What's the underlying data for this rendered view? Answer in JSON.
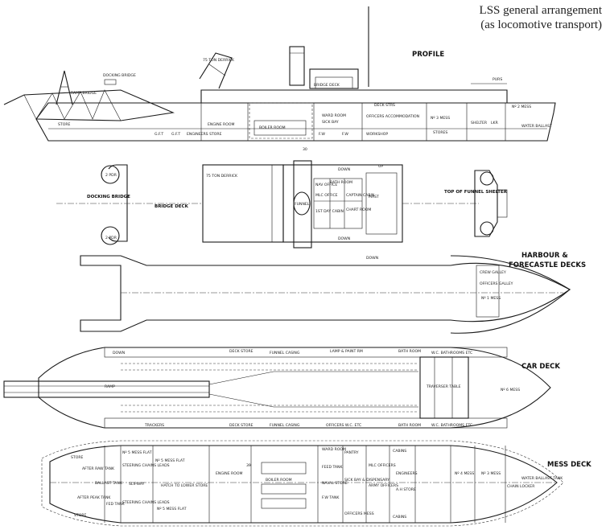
{
  "title": {
    "line1": "LSS general arrangement",
    "line2": "(as locomotive transport)"
  },
  "views": {
    "profile": "PROFILE",
    "bridge_deck": "BRIDGE DECK",
    "docking_bridge": "DOCKING BRIDGE",
    "top_of_funnel_shelter": "TOP OF FUNNEL SHELTER",
    "harbour_forecastle": "HARBOUR & FORECASTLE DECKS",
    "car_deck": "CAR DECK",
    "mess_deck": "MESS DECK"
  },
  "profile_labels": {
    "ramp_bridge": "RAMP BRIDGE",
    "docking_bridge": "DOCKING BRIDGE",
    "ton_derrick": "75 TON DERRICK",
    "bridge_deck": "BRIDGE DECK",
    "store": "STORE",
    "gft_1": "G.F.T",
    "gft_2": "G.F.T",
    "engineers_store": "ENGINEERS STORE",
    "engine_room": "ENGINE ROOM",
    "boiler_room": "BOILER ROOM",
    "ward_room": "WARD ROOM",
    "sick_bay": "SICK BAY",
    "officers_accommodation": "OFFICERS ACCOMMODATION",
    "fw": "F.W",
    "mess_2": "Nº 2 MESS",
    "mess_3": "Nº 3 MESS",
    "stores": "STORES",
    "water_ballast": "WATER BALLAST",
    "lkr": "LKR",
    "fw_tank": "F.W",
    "purs": "PURS",
    "deck_strs": "DECK STRS",
    "shelter": "SHELTER",
    "workshop": "WORKSHOP",
    "mark_30": "30"
  },
  "bridge_labels": {
    "derrick": "75 TON DERRICK",
    "nav_office": "NAV OFFICE",
    "bath_room": "BATH ROOM",
    "mlc_office": "MLC OFFICE",
    "first_day_cabin": "1ST DAY CABIN",
    "captain_cabin": "CAPTAIN CABIN",
    "chart_room": "CHART ROOM",
    "mast": "MAST",
    "down_1": "DOWN",
    "down_2": "DOWN",
    "funnel": "FUNNEL",
    "up": "UP"
  },
  "docking_labels": {
    "port": "2 PDR",
    "stbd": "2 PDR"
  },
  "harbour_labels": {
    "down": "DOWN",
    "crew_galley": "CREW GALLEY",
    "officers_galley": "OFFICERS GALLEY",
    "mess_1": "Nº 1 MESS"
  },
  "car_labels": {
    "ramp": "RAMP",
    "deck_store_1": "DECK STORE",
    "funnel_casing_1": "FUNNEL CASING",
    "lamp_paint": "LAMP & PAINT RM",
    "bath_room_1": "BATH ROOM",
    "wc_bathrooms_1": "W.C. BATHROOMS ETC",
    "wc_bathrooms_2": "W.C. BATHROOMS ETC",
    "traverser_table": "TRAVERSER TABLE",
    "mess_6": "Nº 6 MESS",
    "deck_store_2": "DECK STORE",
    "funnel_casing_2": "FUNNEL CASING",
    "officers_wc": "OFFICERS W.C. ETC",
    "bath_room_2": "BATH ROOM",
    "trackers": "TRACKERS",
    "down": "DOWN"
  },
  "mess_labels": {
    "store_top": "STORE",
    "after_raw_tank": "AFTER RAW TANK",
    "steering_chains_leads_1": "STEERING CHAINS LEADS",
    "mess5_flat_1": "Nº 5 MESS FLAT",
    "mess5": "Nº 5 MESS FLAT",
    "ballast_tank": "BALLAST TANK",
    "slipway": "SLIPWAY",
    "hatch": "HATCH TO LOWER STORE",
    "after_peak": "AFTER PEAK TANK",
    "fed_tank": "FED TANK",
    "steering_chains_leads_2": "STEERING CHAINS LEADS",
    "mess5_flat_2": "Nº 5 MESS FLAT",
    "store_bottom": "STORE",
    "engine_room": "ENGINE ROOM",
    "boiler_room": "BOILER ROOM",
    "ward_room": "WARD ROOM",
    "feed_tank": "FEED TANK",
    "naval_store": "NAVAL STORE",
    "fw_tank": "F.W TANK",
    "pantry": "PANTRY",
    "mlc_officers": "MLC OFFICERS",
    "sick_bay": "SICK BAY & DISPENSARY",
    "army_officers": "ARMY OFFICERS",
    "officers_mess": "OFFICERS MESS",
    "cabins_1": "CABINS",
    "cabins_2": "CABINS",
    "engineers": "ENGINEERS",
    "ah_store": "A.H STORE",
    "mess_4": "Nº 4 MESS",
    "mess_3": "Nº 3 MESS",
    "water_ballast": "WATER BALLAST TANK",
    "chain_locker": "CHAIN LOCKER",
    "mark_39": "39"
  }
}
